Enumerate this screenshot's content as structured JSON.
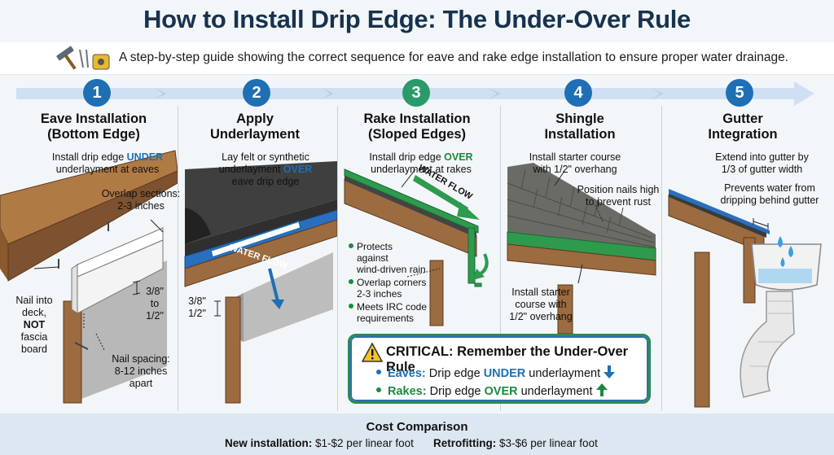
{
  "title": "How to Install Drip Edge: The Under-Over Rule",
  "subtitle": "A step-by-step guide showing the correct sequence for eave and rake edge installation to ensure proper water drainage.",
  "colors": {
    "navy": "#17324f",
    "blue": "#1f6fb5",
    "green": "#1a8a3e",
    "teal": "#2a9a7a",
    "wood": "#9c6b3f",
    "arrow": "#cfe0f2"
  },
  "steps": [
    {
      "num": "1",
      "color": "#1f6fb5",
      "title_line1": "Eave Installation",
      "title_line2": "(Bottom Edge)",
      "note_pre": "Install drip edge ",
      "note_key": "UNDER",
      "note_post": "underlayment at eaves",
      "overlap_line1": "Overlap sections:",
      "overlap_line2": "2-3 inches",
      "gap_line1": "3/8\"",
      "gap_line2": "to",
      "gap_line3": "1/2\"",
      "nail_line1": "Nail into",
      "nail_line2": "deck,",
      "nail_line3": "NOT",
      "nail_line4": "fascia",
      "nail_line5": "board",
      "spacing_line1": "Nail spacing:",
      "spacing_line2": "8-12 inches",
      "spacing_line3": "apart"
    },
    {
      "num": "2",
      "color": "#1f6fb5",
      "title_line1": "Apply",
      "title_line2": "Underlayment",
      "note_line1": "Lay felt or synthetic",
      "note_pre": "underlayment ",
      "note_key": "OVER",
      "note_post": "eave drip edge",
      "flow": "WATER FLOW",
      "gap_line1": "3/8\"",
      "gap_line2": "1/2\""
    },
    {
      "num": "3",
      "color": "#2a9a6a",
      "title_line1": "Rake Installation",
      "title_line2": "(Sloped Edges)",
      "note_pre": "Install drip edge ",
      "note_key": "OVER",
      "note_post": "underlayment at rakes",
      "flow": "WATER FLOW",
      "bullets": [
        [
          "Protects",
          "against",
          "wind-driven rain"
        ],
        [
          "Overlap corners",
          "2-3 inches"
        ],
        [
          "Meets IRC code",
          "requirements"
        ]
      ]
    },
    {
      "num": "4",
      "color": "#1f6fb5",
      "title_line1": "Shingle",
      "title_line2": "Installation",
      "note_line1": "Install starter course",
      "note_line2": "with 1/2\" overhang",
      "nails_line1": "Position nails high",
      "nails_line2": "to prevent rust",
      "starter_line1": "Install starter",
      "starter_line2": "course with",
      "starter_line3": "1/2\" overhang"
    },
    {
      "num": "5",
      "color": "#1f6fb5",
      "title_line1": "Gutter",
      "title_line2": "Integration",
      "note_line1": "Extend into gutter by",
      "note_line2": "1/3 of gutter width",
      "prevent_line1": "Prevents water from",
      "prevent_line2": "dripping behind gutter"
    }
  ],
  "critical": {
    "heading": "CRITICAL: Remember the Under-Over Rule",
    "eaves_label": "Eaves:",
    "eaves_pre": "Drip edge ",
    "eaves_key": "UNDER",
    "eaves_post": " underlayment",
    "rakes_label": "Rakes:",
    "rakes_pre": "Drip edge ",
    "rakes_key": "OVER",
    "rakes_post": " underlayment"
  },
  "cost": {
    "title": "Cost Comparison",
    "new_label": "New installation:",
    "new_value": "$1-$2 per linear foot",
    "retro_label": "Retrofitting:",
    "retro_value": "$3-$6 per linear foot"
  },
  "icons": {
    "tools": "hammer-nails-tape-icon",
    "warning": "warning-triangle-icon",
    "arrow_down": "arrow-down-icon",
    "arrow_up": "arrow-up-icon",
    "droplets": "water-droplet-icon"
  }
}
